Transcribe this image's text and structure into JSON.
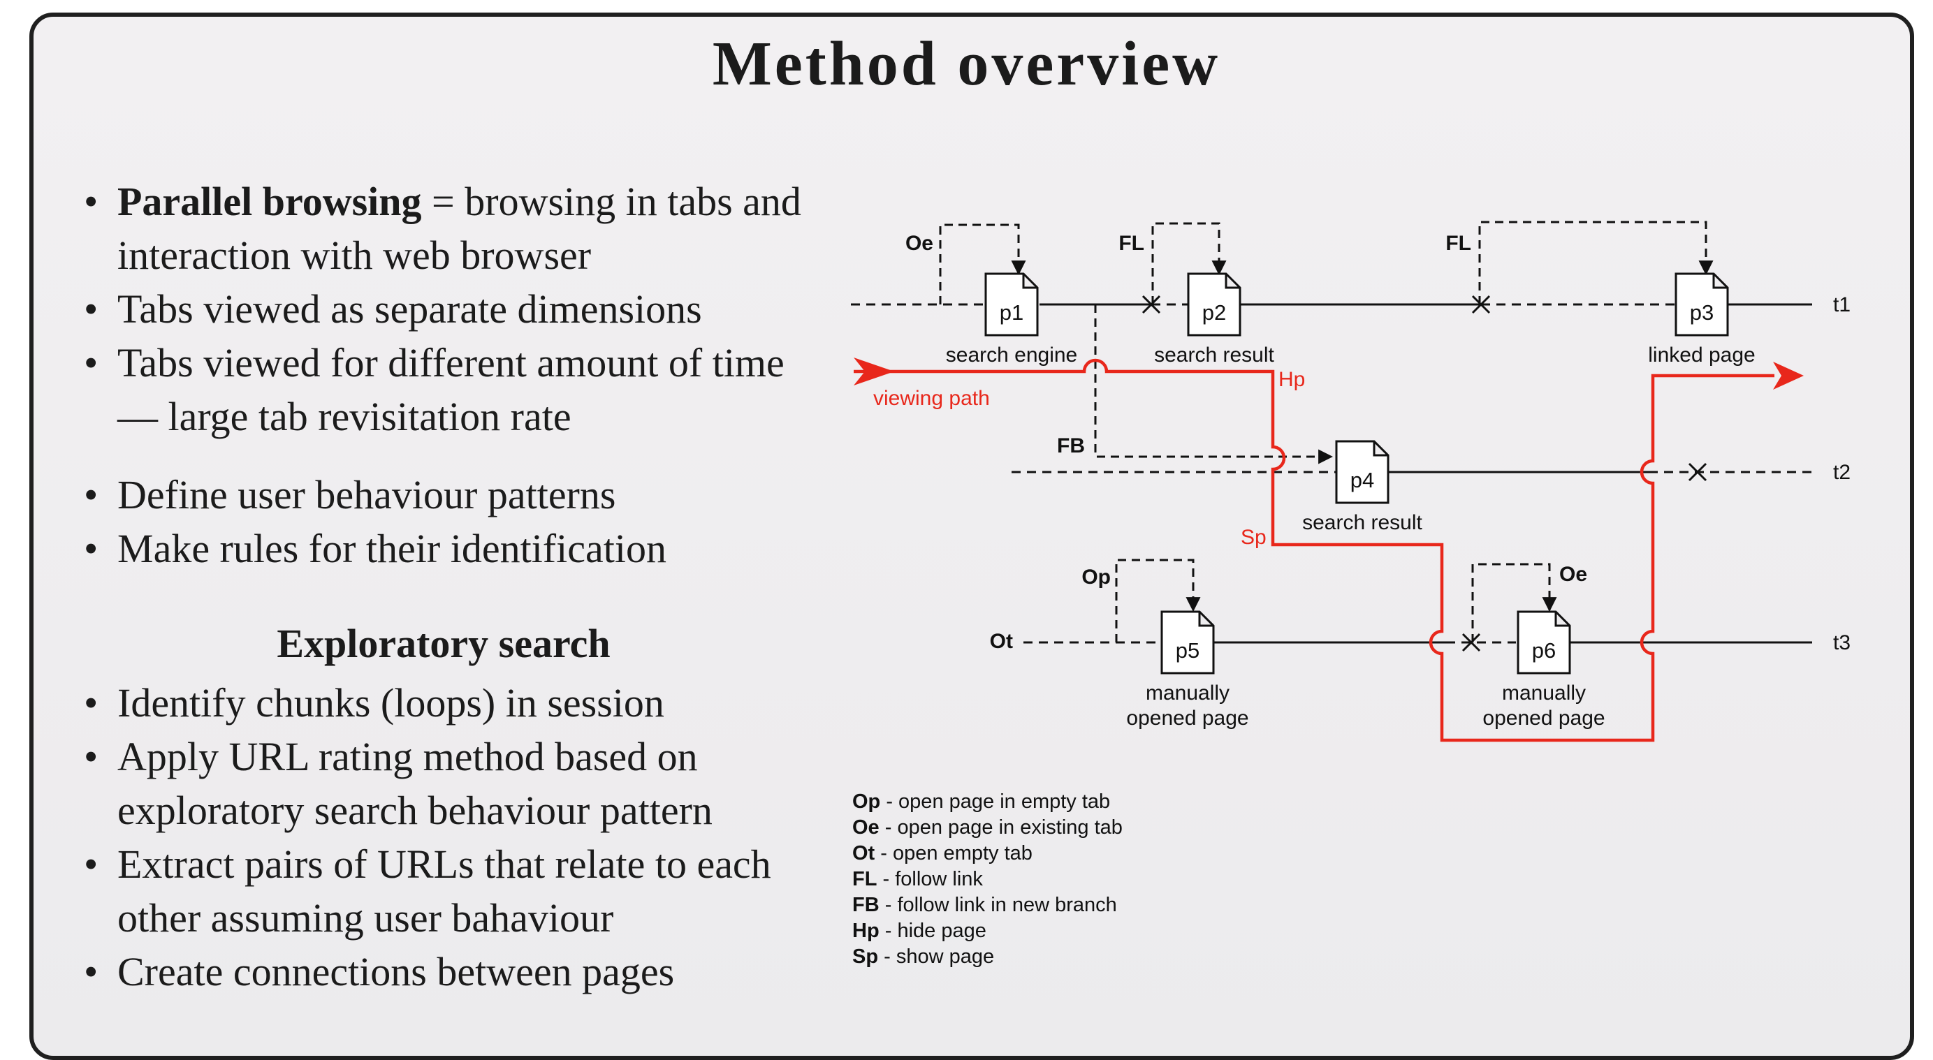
{
  "title": "Method overview",
  "bullets_top": [
    {
      "lead": "Parallel browsing",
      "rest": " = browsing in tabs and interaction with web browser"
    },
    {
      "text": "Tabs viewed as separate dimensions"
    },
    {
      "text": "Tabs viewed for different amount of time — large tab revisitation rate"
    },
    {
      "text": "Define user behaviour patterns"
    },
    {
      "text": "Make rules for their identification"
    }
  ],
  "subhead": "Exploratory search",
  "bullets_bottom": [
    "Identify chunks (loops) in session",
    "Apply URL rating method based on exploratory search behaviour pattern",
    "Extract pairs of URLs that relate to each other assuming user bahaviour",
    "Create connections between pages"
  ],
  "diagram": {
    "tabs": [
      "t1",
      "t2",
      "t3"
    ],
    "pages": [
      {
        "id": "p1",
        "caption": [
          "search engine"
        ]
      },
      {
        "id": "p2",
        "caption": [
          "search result"
        ]
      },
      {
        "id": "p3",
        "caption": [
          "linked page"
        ]
      },
      {
        "id": "p4",
        "caption": [
          "search result"
        ]
      },
      {
        "id": "p5",
        "caption": [
          "manually",
          "opened page"
        ]
      },
      {
        "id": "p6",
        "caption": [
          "manually",
          "opened page"
        ]
      }
    ],
    "action_labels": {
      "oe_p1": "Oe",
      "fl_p2": "FL",
      "fl_p3": "FL",
      "fb_p4": "FB",
      "op_p5": "Op",
      "ot_t3": "Ot",
      "oe_p6": "Oe"
    },
    "path_labels": {
      "viewing_path": "viewing path",
      "hp": "Hp",
      "sp": "Sp"
    },
    "path_color": "#e8271b",
    "legend": [
      {
        "abbr": "Op",
        "desc": " - open page in empty tab"
      },
      {
        "abbr": "Oe",
        "desc": " - open page in existing tab"
      },
      {
        "abbr": "Ot",
        "desc": "  - open empty tab"
      },
      {
        "abbr": "FL",
        "desc": "  - follow link"
      },
      {
        "abbr": "FB",
        "desc": " - follow link in new branch"
      },
      {
        "abbr": "Hp",
        "desc": " - hide page"
      },
      {
        "abbr": "Sp",
        "desc": " - show page"
      }
    ]
  }
}
